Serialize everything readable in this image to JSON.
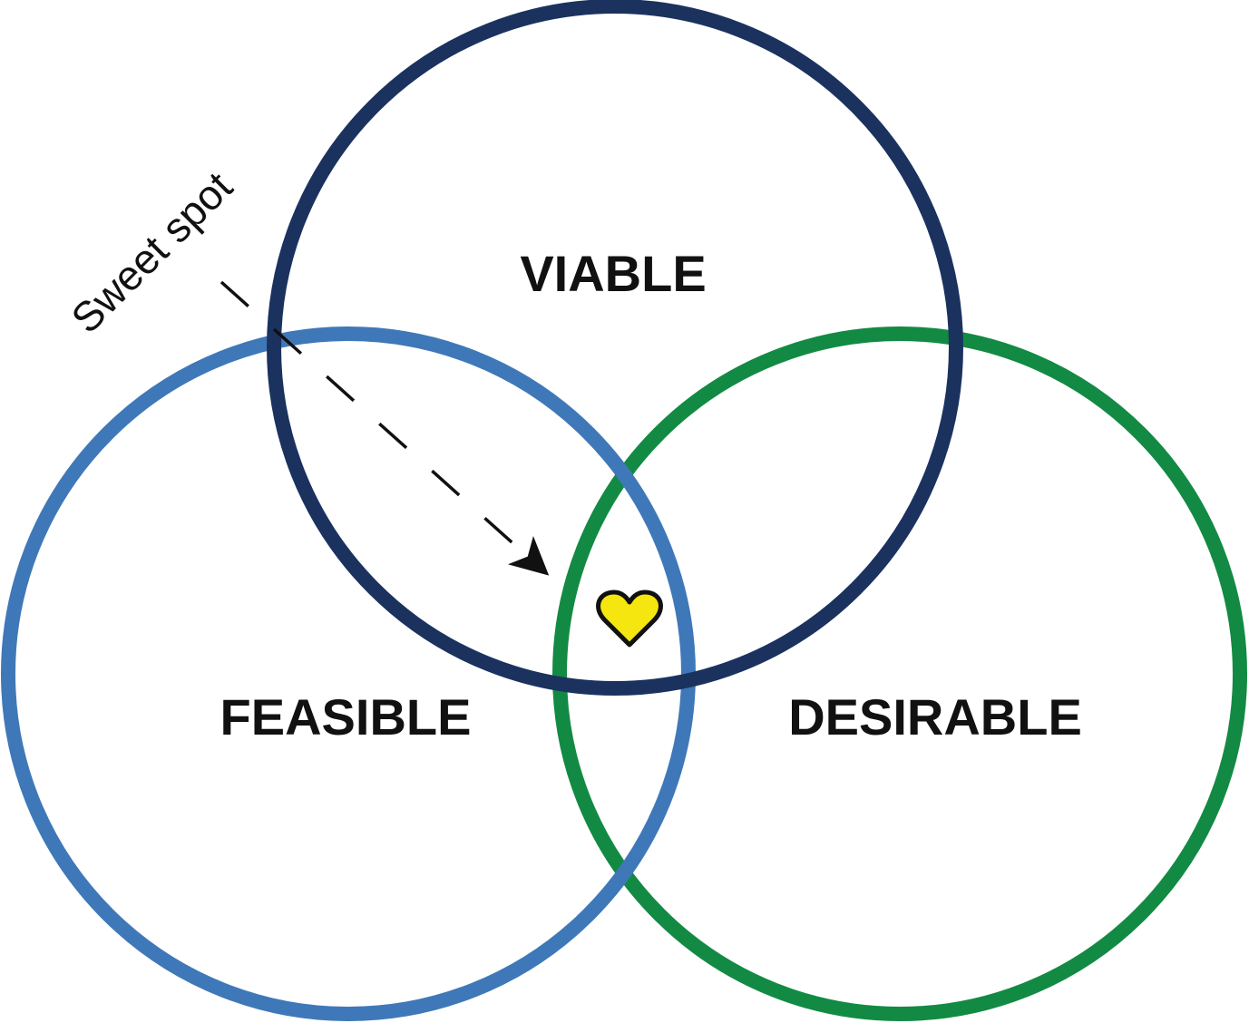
{
  "diagram": {
    "type": "venn",
    "circles": [
      {
        "id": "viable",
        "label": "VIABLE",
        "color": "#1b325f"
      },
      {
        "id": "feasible",
        "label": "FEASIBLE",
        "color": "#3f78b8"
      },
      {
        "id": "desirable",
        "label": "DESIRABLE",
        "color": "#128a43"
      }
    ],
    "annotation": {
      "text": "Sweet spot",
      "arrow_style": "dashed",
      "points_to": "center-intersection"
    },
    "center_icon": {
      "icon": "heart-icon",
      "fill": "#f5e60f",
      "stroke": "#111111"
    }
  }
}
